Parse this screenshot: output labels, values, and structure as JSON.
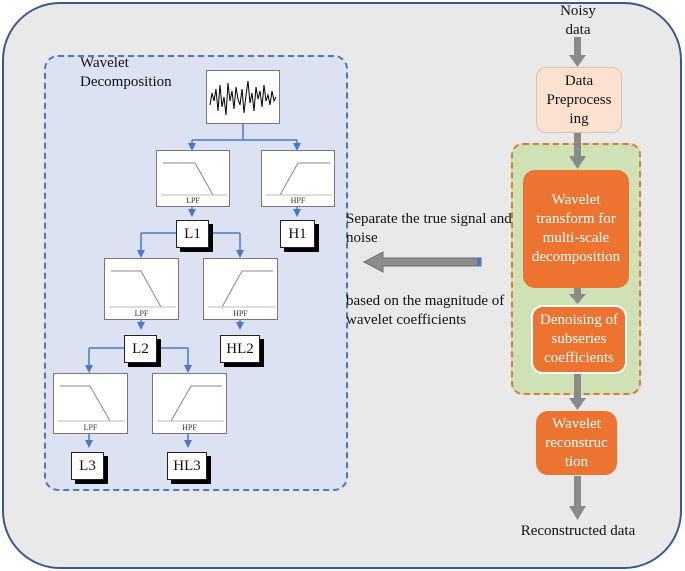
{
  "colors": {
    "frame_border": "#3a5a8c",
    "frame_fill": "#e9e9e9",
    "wavelet_panel_fill": "#dde2f3",
    "wavelet_panel_border": "#4a78c8",
    "right_panel_fill": "#cfe2b6",
    "right_panel_border": "#e07a2c",
    "preprocess_fill": "#fbe1cf",
    "process_orange": "#ec7330",
    "tree_arrow": "#4a78c8",
    "flow_arrow": "#8a8a8a"
  },
  "input_label": "Noisy data",
  "output_label": "Reconstructed data",
  "pipeline": {
    "preprocess": "Data Preprocess ing",
    "transform": "Wavelet transform for multi-scale decomposition",
    "denoise": "Denoising of subseries coefficients",
    "reconstruct": "Wavelet reconstruc tion"
  },
  "middle_text": {
    "top": "Separate the true signal and noise",
    "bottom": "based on the magnitude of wavelet coefficients"
  },
  "decomposition": {
    "title": "Wavelet Decomposition",
    "filters": {
      "lpf1": "LPF",
      "hpf1": "HPF",
      "lpf2": "LPF",
      "hpf2": "HPF",
      "lpf3": "LPF",
      "hpf3": "HPF"
    },
    "nodes": {
      "l1": "L1",
      "h1": "H1",
      "l2": "L2",
      "hl2": "HL2",
      "l3": "L3",
      "hl3": "HL3"
    }
  }
}
